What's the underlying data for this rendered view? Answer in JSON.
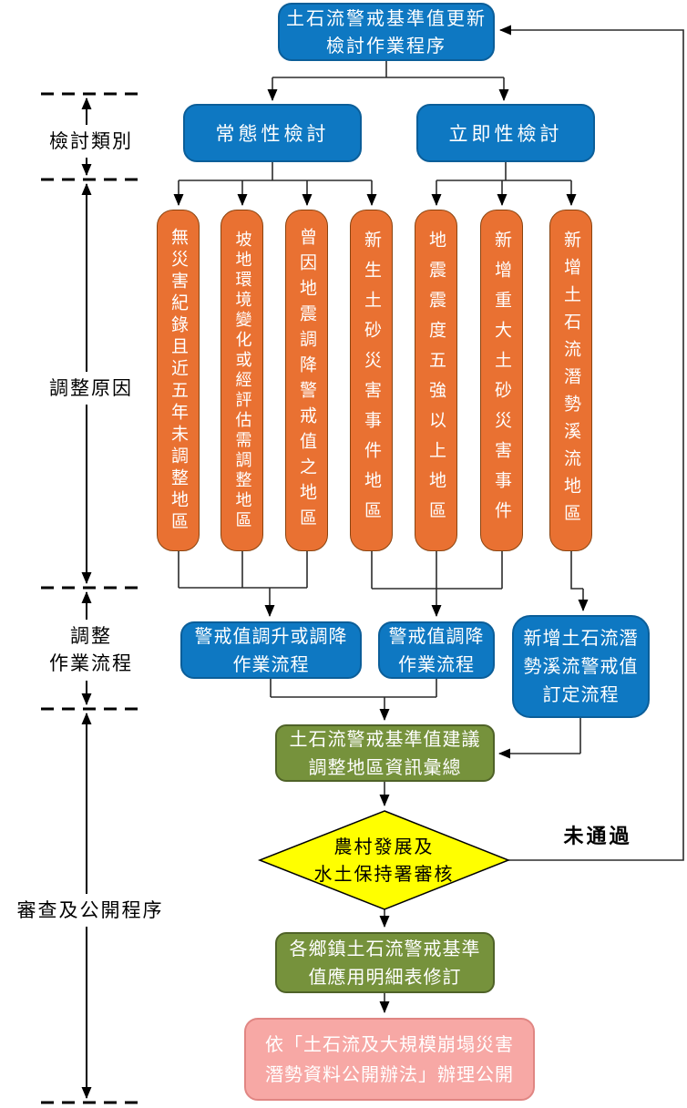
{
  "colors": {
    "blue_fill": "#0E78C2",
    "blue_border": "#0B5E99",
    "orange_fill": "#E97132",
    "orange_border": "#8A4410",
    "green_fill": "#76923C",
    "green_border": "#4F6228",
    "yellow_fill": "#FFFF00",
    "pink_fill": "#F7A8A5",
    "pink_border": "#E08683",
    "line": "#2B2B2B"
  },
  "title_box": {
    "label": "土石流警戒基準值更新\n檢討作業程序"
  },
  "section_labels": {
    "review_type": "檢討類別",
    "adjust_reason": "調整原因",
    "adjust_process": "調整\n作業流程",
    "review_publish": "審查及公開程序"
  },
  "review_types": [
    {
      "label": "常態性檢討"
    },
    {
      "label": "立即性檢討"
    }
  ],
  "adjust_reasons": [
    {
      "label": "無災害紀錄且近五年未調整地區"
    },
    {
      "label": "坡地環境變化或經評估需調整地區"
    },
    {
      "label": "曾因地震調降警戒值之地區"
    },
    {
      "label": "新生土砂災害事件地區"
    },
    {
      "label": "地震震度五強以上地區"
    },
    {
      "label": "新增重大土砂災害事件"
    },
    {
      "label": "新增土石流潛勢溪流地區"
    }
  ],
  "process_boxes": [
    {
      "label": "警戒值調升或調降\n作業流程"
    },
    {
      "label": "警戒值調降\n作業流程"
    },
    {
      "label": "新增土石流潛\n勢溪流警戒值\n訂定流程"
    }
  ],
  "summary_box": {
    "label": "土石流警戒基準值建議\n調整地區資訊彙總"
  },
  "decision": {
    "label": "農村發展及\n水土保持署審核",
    "fail_label": "未通過"
  },
  "revision_box": {
    "label": "各鄉鎮土石流警戒基準\n值應用明細表修訂"
  },
  "publish_box": {
    "label": "依「土石流及大規模崩塌災害\n潛勢資料公開辦法」辦理公開"
  }
}
